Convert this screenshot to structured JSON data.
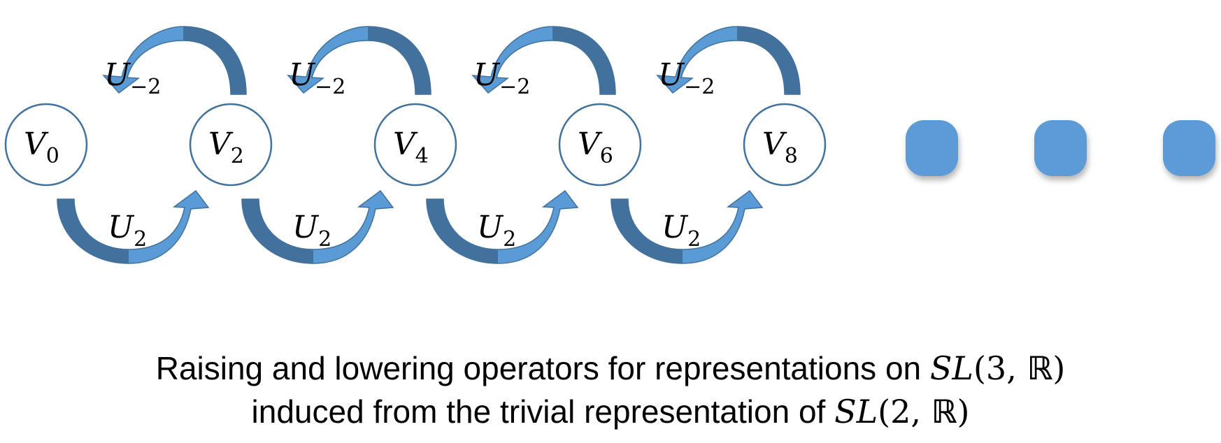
{
  "colors": {
    "arrow_light": "#5b9bd5",
    "arrow_dark": "#41719c",
    "node_stroke": "#41719c",
    "dot_fill": "#5b9bd5"
  },
  "nodes": [
    {
      "symbol": "V",
      "subscript": "0"
    },
    {
      "symbol": "V",
      "subscript": "2"
    },
    {
      "symbol": "V",
      "subscript": "4"
    },
    {
      "symbol": "V",
      "subscript": "6"
    },
    {
      "symbol": "V",
      "subscript": "8"
    }
  ],
  "lowering_operator": {
    "symbol": "U",
    "subscript": "−2"
  },
  "raising_operator": {
    "symbol": "U",
    "subscript": "2"
  },
  "continuation_dots": 3,
  "caption": {
    "line1_text": "Raising and lowering operators for representations on ",
    "line1_group": "SL",
    "line1_args": "(3, ",
    "line1_field": "ℝ",
    "line1_close": ")",
    "line2_text": "induced from the trivial representation of ",
    "line2_group": "SL",
    "line2_args": "(2, ",
    "line2_field": "ℝ",
    "line2_close": ")"
  }
}
